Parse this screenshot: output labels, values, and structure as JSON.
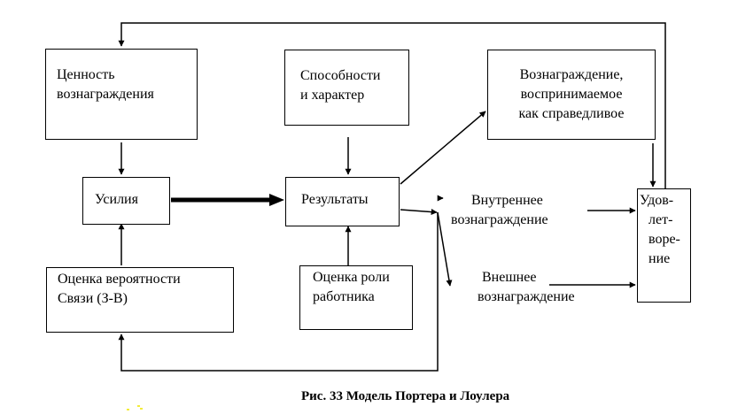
{
  "diagram": {
    "caption": "Рис. 33 Модель Портера и Лоулера",
    "nodes": {
      "value_of_reward": {
        "lines": [
          "Ценность",
          "вознаграждения"
        ]
      },
      "abilities": {
        "lines": [
          "Способности",
          "и характер"
        ]
      },
      "perceived_fair_reward": {
        "lines": [
          "Вознаграждение,",
          "воспринимаемое",
          "как справедливое"
        ]
      },
      "effort": {
        "lines": [
          "Усилия"
        ]
      },
      "results": {
        "lines": [
          "Результаты"
        ]
      },
      "probability": {
        "lines": [
          "Оценка вероятности",
          "Связи (З-В)"
        ]
      },
      "role": {
        "lines": [
          "Оценка роли",
          "работника"
        ]
      },
      "internal_reward": {
        "lines": [
          "Внутреннее",
          "вознаграждение"
        ]
      },
      "external_reward": {
        "lines": [
          "Внешнее",
          "вознаграждение"
        ]
      },
      "satisfaction": {
        "lines": [
          "Удов-",
          "лет-",
          "воре-",
          "ние"
        ]
      }
    },
    "colors": {
      "line": "#000000",
      "background": "#ffffff",
      "speck": "#f3ec3a"
    }
  }
}
